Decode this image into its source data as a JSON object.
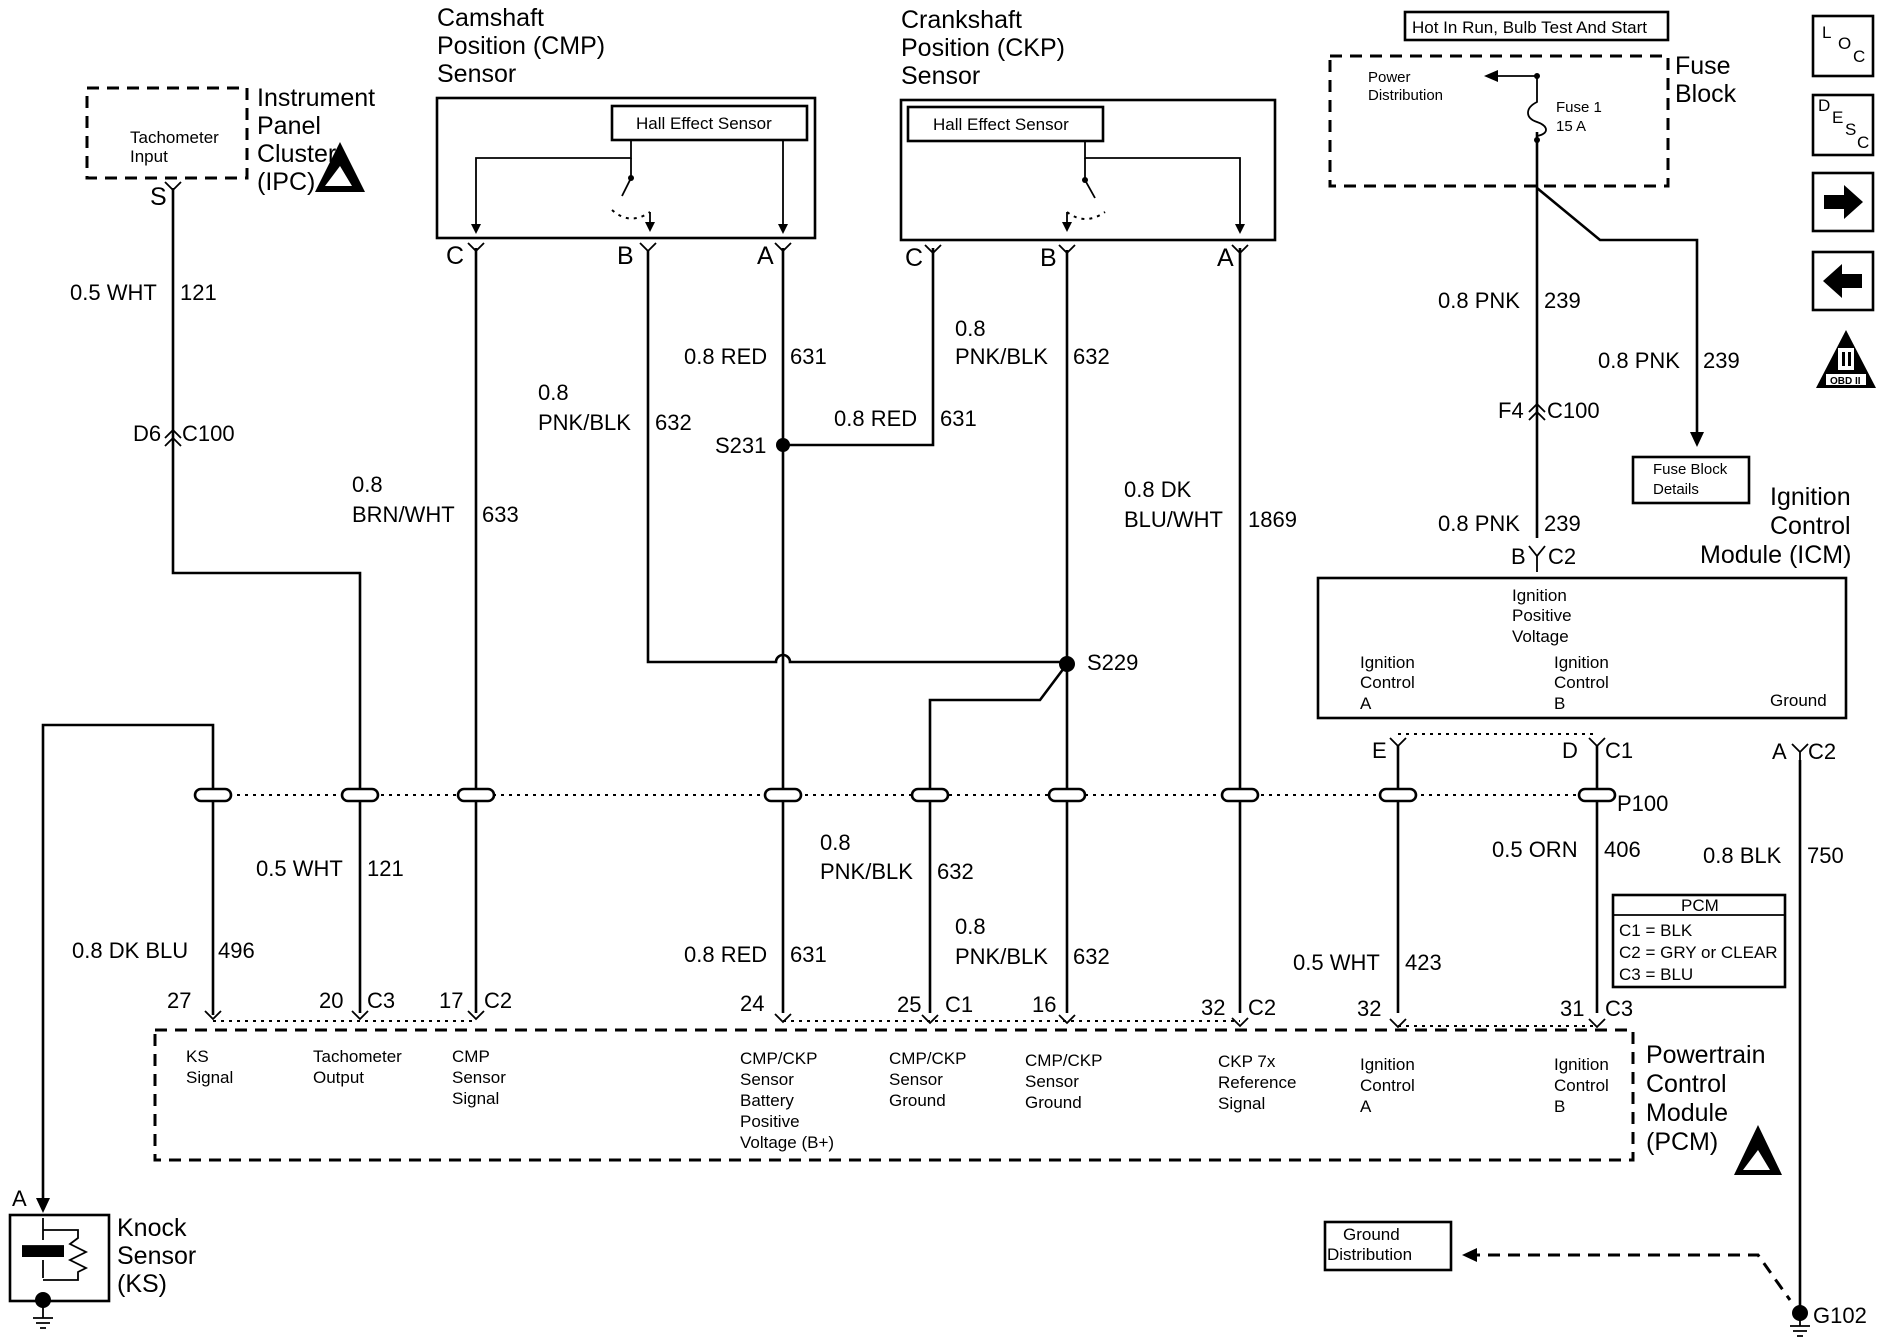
{
  "components": {
    "ipc": {
      "name": [
        "Instrument",
        "Panel",
        "Cluster",
        "(IPC)"
      ],
      "inner": [
        "Tachometer",
        "Input"
      ],
      "pin": "S"
    },
    "cmp": {
      "name": [
        "Camshaft",
        "Position (CMP)",
        "Sensor"
      ],
      "hall": "Hall Effect Sensor",
      "pins": [
        "C",
        "B",
        "A"
      ]
    },
    "ckp": {
      "name": [
        "Crankshaft",
        "Position (CKP)",
        "Sensor"
      ],
      "hall": "Hall Effect Sensor",
      "pins": [
        "C",
        "B",
        "A"
      ]
    },
    "fuse_block": {
      "header": "Hot In Run, Bulb Test And Start",
      "name": [
        "Fuse",
        "Block"
      ],
      "power": [
        "Power",
        "Distribution"
      ],
      "fuse": [
        "Fuse 1",
        "15 A"
      ]
    },
    "fuse_block_details": [
      "Fuse Block",
      "Details"
    ],
    "icm": {
      "name": [
        "Ignition",
        "Control",
        "Module (ICM)"
      ],
      "labels": {
        "ipv": [
          "Ignition",
          "Positive",
          "Voltage"
        ],
        "ica": [
          "Ignition",
          "Control",
          "A"
        ],
        "icb": [
          "Ignition",
          "Control",
          "B"
        ],
        "ground": "Ground"
      }
    },
    "pcm": {
      "name": [
        "Powertrain",
        "Control",
        "Module",
        "(PCM)"
      ]
    },
    "knock": {
      "name": [
        "Knock",
        "Sensor",
        "(KS)"
      ],
      "pin": "A"
    },
    "ground_dist": [
      "Ground",
      "Distribution"
    ]
  },
  "pcm_pins": [
    {
      "num": "27",
      "label": [
        "KS",
        "Signal"
      ]
    },
    {
      "num": "20",
      "conn": "C3",
      "label": [
        "Tachometer",
        "Output"
      ]
    },
    {
      "num": "17",
      "conn": "C2",
      "label": [
        "CMP",
        "Sensor",
        "Signal"
      ]
    },
    {
      "num": "24",
      "label": [
        "CMP/CKP",
        "Sensor",
        "Battery",
        "Positive",
        "Voltage (B+)"
      ]
    },
    {
      "num": "25",
      "conn": "C1",
      "label": [
        "CMP/CKP",
        "Sensor",
        "Ground"
      ]
    },
    {
      "num": "16",
      "label": [
        "CMP/CKP",
        "Sensor",
        "Ground"
      ]
    },
    {
      "num": "32",
      "conn": "C2",
      "label": [
        "CKP 7x",
        "Reference",
        "Signal"
      ]
    },
    {
      "num": "32",
      "label": [
        "Ignition",
        "Control",
        "A"
      ]
    },
    {
      "num": "31",
      "conn": "C3",
      "label": [
        "Ignition",
        "Control",
        "B"
      ]
    }
  ],
  "pcm_legend": {
    "title": "PCM",
    "rows": [
      "C1 = BLK",
      "C2 = GRY or CLEAR",
      "C3 = BLU"
    ]
  },
  "wires": {
    "ipc_upper": {
      "color": "0.5 WHT",
      "circuit": "121"
    },
    "ipc_lower": {
      "color": "0.5 WHT",
      "circuit": "121"
    },
    "ks": {
      "color": "0.8 DK BLU",
      "circuit": "496"
    },
    "cmp_signal": {
      "color": [
        "0.8",
        "BRN/WHT"
      ],
      "circuit": "633"
    },
    "cmp_ground": {
      "color": [
        "0.8",
        "PNK/BLK"
      ],
      "circuit": "632"
    },
    "cmp_bplus": {
      "color": "0.8 RED",
      "circuit": "631"
    },
    "bplus_ckp": {
      "color": "0.8 RED",
      "circuit": "631"
    },
    "bplus_lower": {
      "color": "0.8 RED",
      "circuit": "631"
    },
    "ckp_ground": {
      "color": [
        "0.8",
        "PNK/BLK"
      ],
      "circuit": "632"
    },
    "gnd_c1": {
      "color": [
        "0.8",
        "PNK/BLK"
      ],
      "circuit": "632"
    },
    "gnd_16": {
      "color": [
        "0.8",
        "PNK/BLK"
      ],
      "circuit": "632"
    },
    "ckp_ref": {
      "color": [
        "0.8 DK",
        "BLU/WHT"
      ],
      "circuit": "1869"
    },
    "icm_feed_upper": {
      "color": "0.8 PNK",
      "circuit": "239"
    },
    "icm_feed_lower": {
      "color": "0.8 PNK",
      "circuit": "239"
    },
    "fuse_details": {
      "color": "0.8 PNK",
      "circuit": "239"
    },
    "icm_a": {
      "color": "0.5 WHT",
      "circuit": "423"
    },
    "icm_b": {
      "color": "0.5 ORN",
      "circuit": "406"
    },
    "icm_ground": {
      "color": "0.8 BLK",
      "circuit": "750"
    }
  },
  "connectors": {
    "d6": "D6",
    "c100": "C100",
    "f4": "F4",
    "c100b": "C100",
    "icm_b": "B",
    "icm_c2": "C2",
    "icm_e": "E",
    "icm_d": "D",
    "icm_c1": "C1",
    "icm_a": "A",
    "icm_c2b": "C2",
    "p100": "P100"
  },
  "splices": {
    "s231": "S231",
    "s229": "S229"
  },
  "ground": "G102",
  "side_icons": {
    "loc": [
      "L",
      "O",
      "C"
    ],
    "desc": [
      "D",
      "E",
      "S",
      "C"
    ],
    "obd": "OBD II"
  }
}
